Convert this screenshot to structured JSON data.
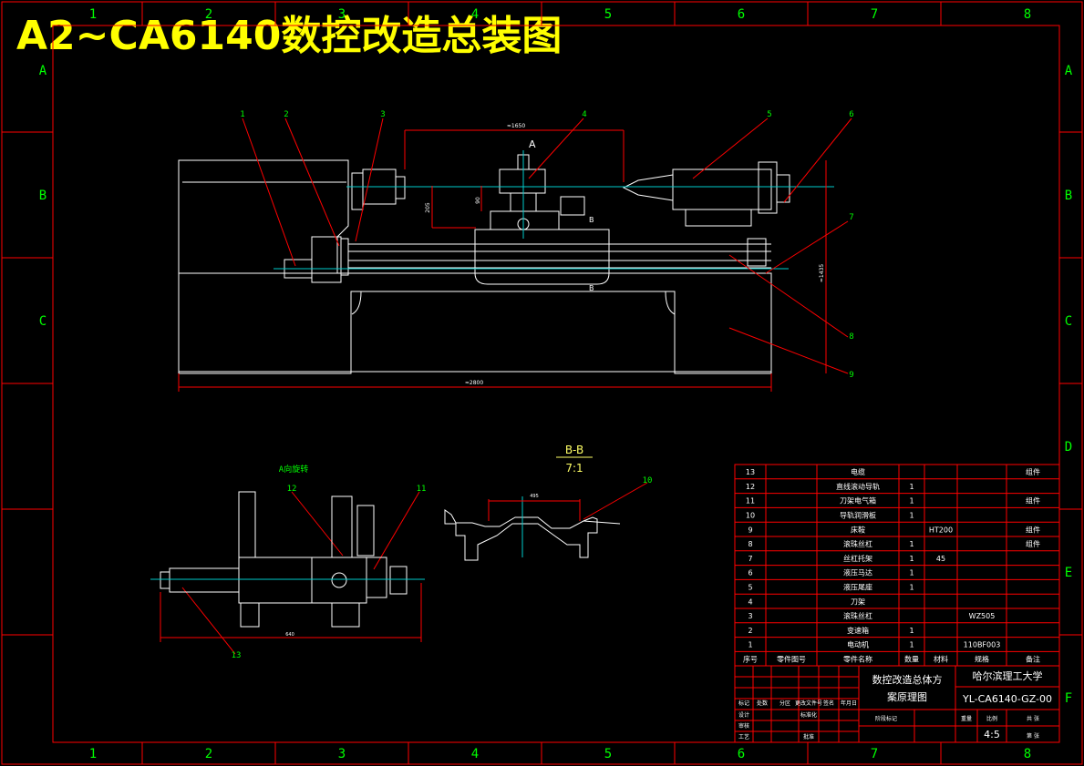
{
  "title": "A2~CA6140数控改造总装图",
  "grid": {
    "columns": [
      "1",
      "2",
      "3",
      "4",
      "5",
      "6",
      "7",
      "8"
    ],
    "rows": [
      "A",
      "B",
      "C",
      "D",
      "E",
      "F"
    ]
  },
  "balloons": [
    "1",
    "2",
    "3",
    "4",
    "5",
    "6",
    "7",
    "8",
    "9",
    "10",
    "11",
    "12",
    "13"
  ],
  "view_labels": {
    "section_a_mark": "A",
    "section_b_mark": "B",
    "a_view": "A向旋转",
    "bb_view": "B-B",
    "bb_scale": "7:1"
  },
  "dimensions": {
    "length_main": "≈2800",
    "length_upper": "≈1650",
    "height_right": "≈1435",
    "dim_small_1": "90",
    "dim_small_2": "205",
    "dim_side_view": "640",
    "dim_section": "495"
  },
  "parts_table": {
    "header": [
      "序号",
      "零件图号",
      "零件名称",
      "数量",
      "材料",
      "规格",
      "备注"
    ],
    "rows": [
      {
        "no": "13",
        "name": "电缆",
        "qty": "",
        "material": "",
        "spec": "",
        "note": "组件"
      },
      {
        "no": "12",
        "name": "直线滚动导轨",
        "qty": "1",
        "material": "",
        "spec": "",
        "note": ""
      },
      {
        "no": "11",
        "name": "刀架电气箱",
        "qty": "1",
        "material": "",
        "spec": "",
        "note": "组件"
      },
      {
        "no": "10",
        "name": "导轨润滑板",
        "qty": "1",
        "material": "",
        "spec": "",
        "note": ""
      },
      {
        "no": "9",
        "name": "床鞍",
        "qty": "",
        "material": "HT200",
        "spec": "",
        "note": "组件"
      },
      {
        "no": "8",
        "name": "滚珠丝杠",
        "qty": "1",
        "material": "",
        "spec": "",
        "note": "组件"
      },
      {
        "no": "7",
        "name": "丝杠托架",
        "qty": "1",
        "material": "45",
        "spec": "",
        "note": ""
      },
      {
        "no": "6",
        "name": "液压马达",
        "qty": "1",
        "material": "",
        "spec": "",
        "note": ""
      },
      {
        "no": "5",
        "name": "液压尾座",
        "qty": "1",
        "material": "",
        "spec": "",
        "note": ""
      },
      {
        "no": "4",
        "name": "刀架",
        "qty": "",
        "material": "",
        "spec": "",
        "note": ""
      },
      {
        "no": "3",
        "name": "滚珠丝杠",
        "qty": "",
        "material": "",
        "spec": "WZ505",
        "note": ""
      },
      {
        "no": "2",
        "name": "变速箱",
        "qty": "1",
        "material": "",
        "spec": "",
        "note": ""
      },
      {
        "no": "1",
        "name": "电动机",
        "qty": "1",
        "material": "",
        "spec": "110BF003",
        "note": ""
      }
    ]
  },
  "title_block": {
    "drawing_name_1": "数控改造总体方",
    "drawing_name_2": "案原理图",
    "school": "哈尔滨理工大学",
    "drawing_no": "YL-CA6140-GZ-00",
    "scale": "4:5",
    "l_mark": "标记",
    "l_count": "处数",
    "l_zone": "分区",
    "l_change": "更改文件号",
    "l_sign": "签名",
    "l_date": "年月日",
    "l_design": "设计",
    "l_std": "标准化",
    "l_check": "审核",
    "l_process": "工艺",
    "l_approve": "批准",
    "l_stage": "阶段标记",
    "l_weight": "重量",
    "l_ratio": "比例",
    "l_sheet_total": "共 张",
    "l_sheet_no": "第 张"
  },
  "colors": {
    "frame": "#ff0000",
    "outline": "#ffffff",
    "center": "#00cccc",
    "grid_text": "#00ff00",
    "title": "#ffff00"
  }
}
